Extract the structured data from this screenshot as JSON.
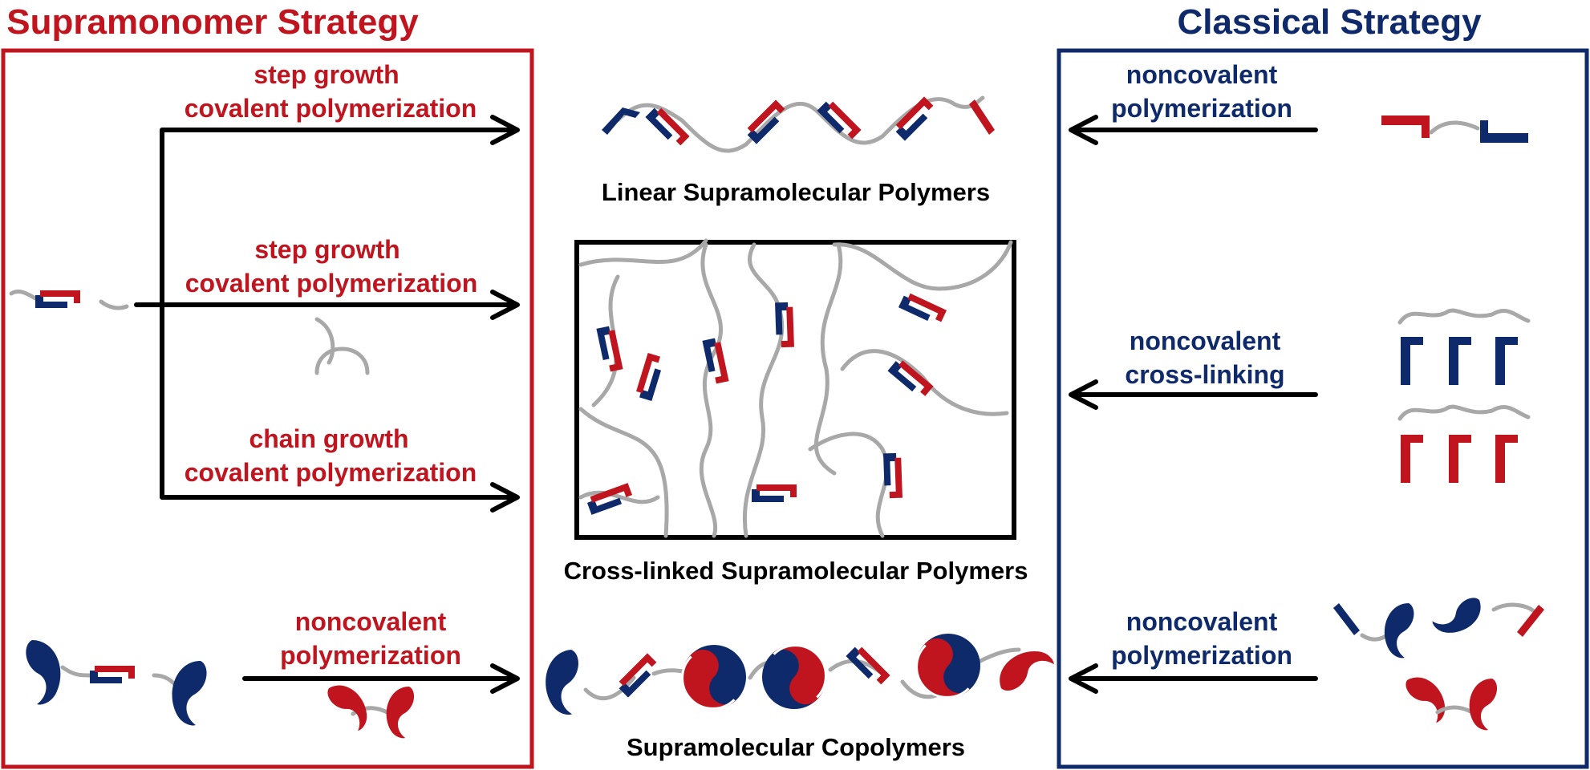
{
  "colors": {
    "red": "#c0141e",
    "blue": "#0f2a6b",
    "gray": "#a8a8a8",
    "black": "#000000"
  },
  "supramonomer": {
    "title": "Supramonomer Strategy",
    "route1": {
      "line1": "step growth",
      "line2": "covalent polymerization"
    },
    "route2": {
      "line1": "step growth",
      "line2": "covalent polymerization"
    },
    "route3": {
      "line1": "chain growth",
      "line2": "covalent polymerization"
    },
    "route4": {
      "line1": "noncovalent",
      "line2": "polymerization"
    }
  },
  "classical": {
    "title": "Classical Strategy",
    "route1": {
      "line1": "noncovalent",
      "line2": "polymerization"
    },
    "route2": {
      "line1": "noncovalent",
      "line2": "cross-linking"
    },
    "route3": {
      "line1": "noncovalent",
      "line2": "polymerization"
    }
  },
  "products": {
    "linear": "Linear Supramolecular Polymers",
    "crosslinked": "Cross-linked Supramolecular Polymers",
    "copolymers": "Supramolecular Copolymers"
  }
}
